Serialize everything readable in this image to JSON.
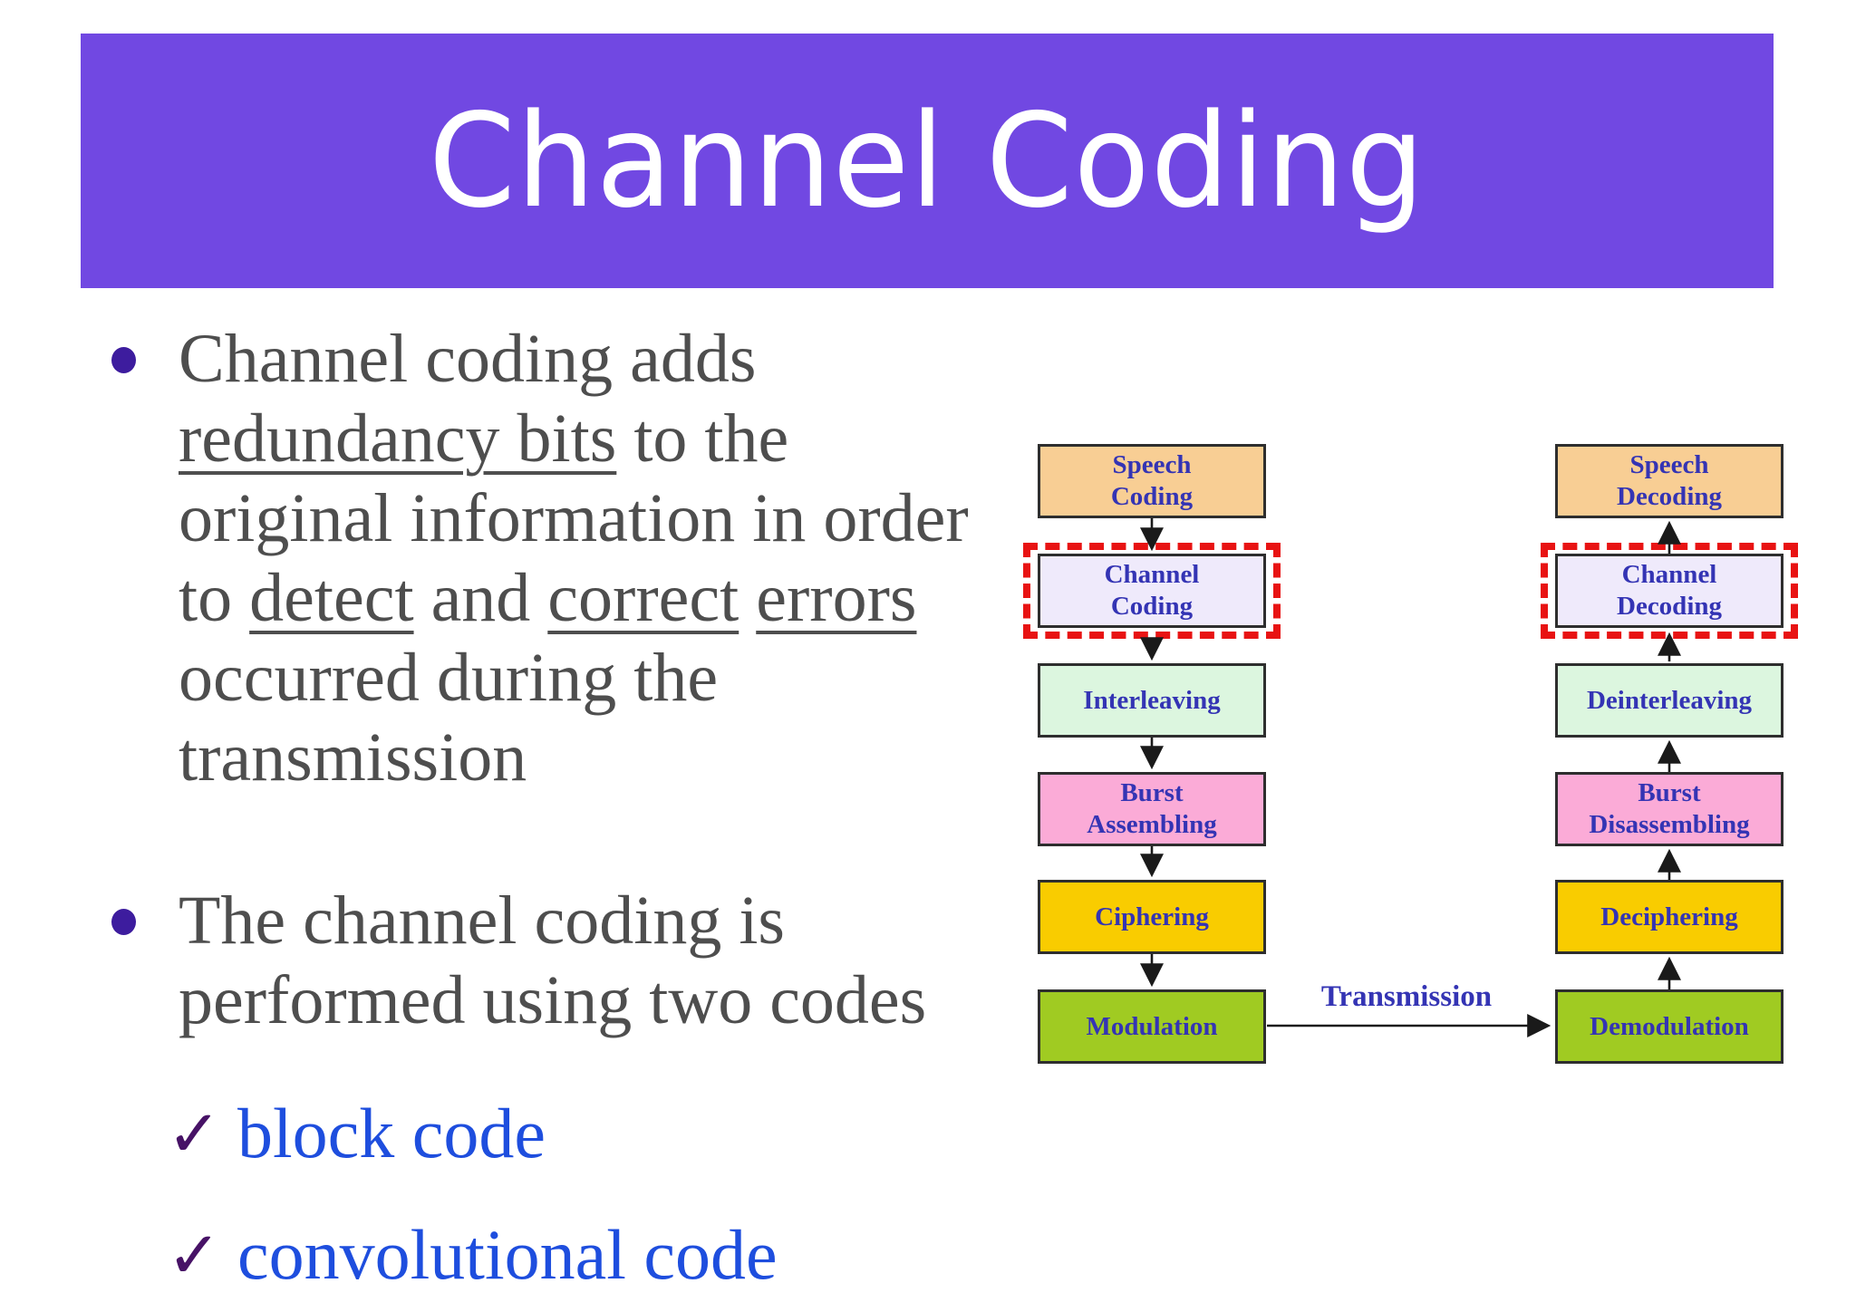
{
  "slide": {
    "title": "Channel Coding",
    "banner_color": "#7148e2"
  },
  "bullets": {
    "b1": {
      "seg1": "Channel coding adds ",
      "seg2": "redundancy bits",
      "seg3": " to the original information in order to ",
      "seg4": "detect",
      "seg5": " and ",
      "seg6": "correct",
      "seg7": " ",
      "seg8": "errors",
      "seg9": " occurred during the transmission"
    },
    "b2": "The channel coding is performed using two codes"
  },
  "checks": {
    "glyph": "✓",
    "item1": "block code",
    "item2": "convolutional code"
  },
  "diagram": {
    "tx_chain": [
      {
        "label": "Speech\nCoding",
        "color": "#f8ce94",
        "highlighted": false
      },
      {
        "label": "Channel\nCoding",
        "color": "#efeafb",
        "highlighted": true
      },
      {
        "label": "Interleaving",
        "color": "#dcf6df",
        "highlighted": false
      },
      {
        "label": "Burst\nAssembling",
        "color": "#fbabd7",
        "highlighted": false
      },
      {
        "label": "Ciphering",
        "color": "#f9cc00",
        "highlighted": false
      },
      {
        "label": "Modulation",
        "color": "#a0cb22",
        "highlighted": false
      }
    ],
    "rx_chain": [
      {
        "label": "Speech\nDecoding",
        "color": "#f8ce94",
        "highlighted": false
      },
      {
        "label": "Channel\nDecoding",
        "color": "#efeafb",
        "highlighted": true
      },
      {
        "label": "Deinterleaving",
        "color": "#dcf6df",
        "highlighted": false
      },
      {
        "label": "Burst\nDisassembling",
        "color": "#fbabd7",
        "highlighted": false
      },
      {
        "label": "Deciphering",
        "color": "#f9cc00",
        "highlighted": false
      },
      {
        "label": "Demodulation",
        "color": "#a0cb22",
        "highlighted": false
      }
    ],
    "transmission_label": "Transmission",
    "highlight_border_color": "#e81313",
    "label_text_color": "#3434b4"
  }
}
